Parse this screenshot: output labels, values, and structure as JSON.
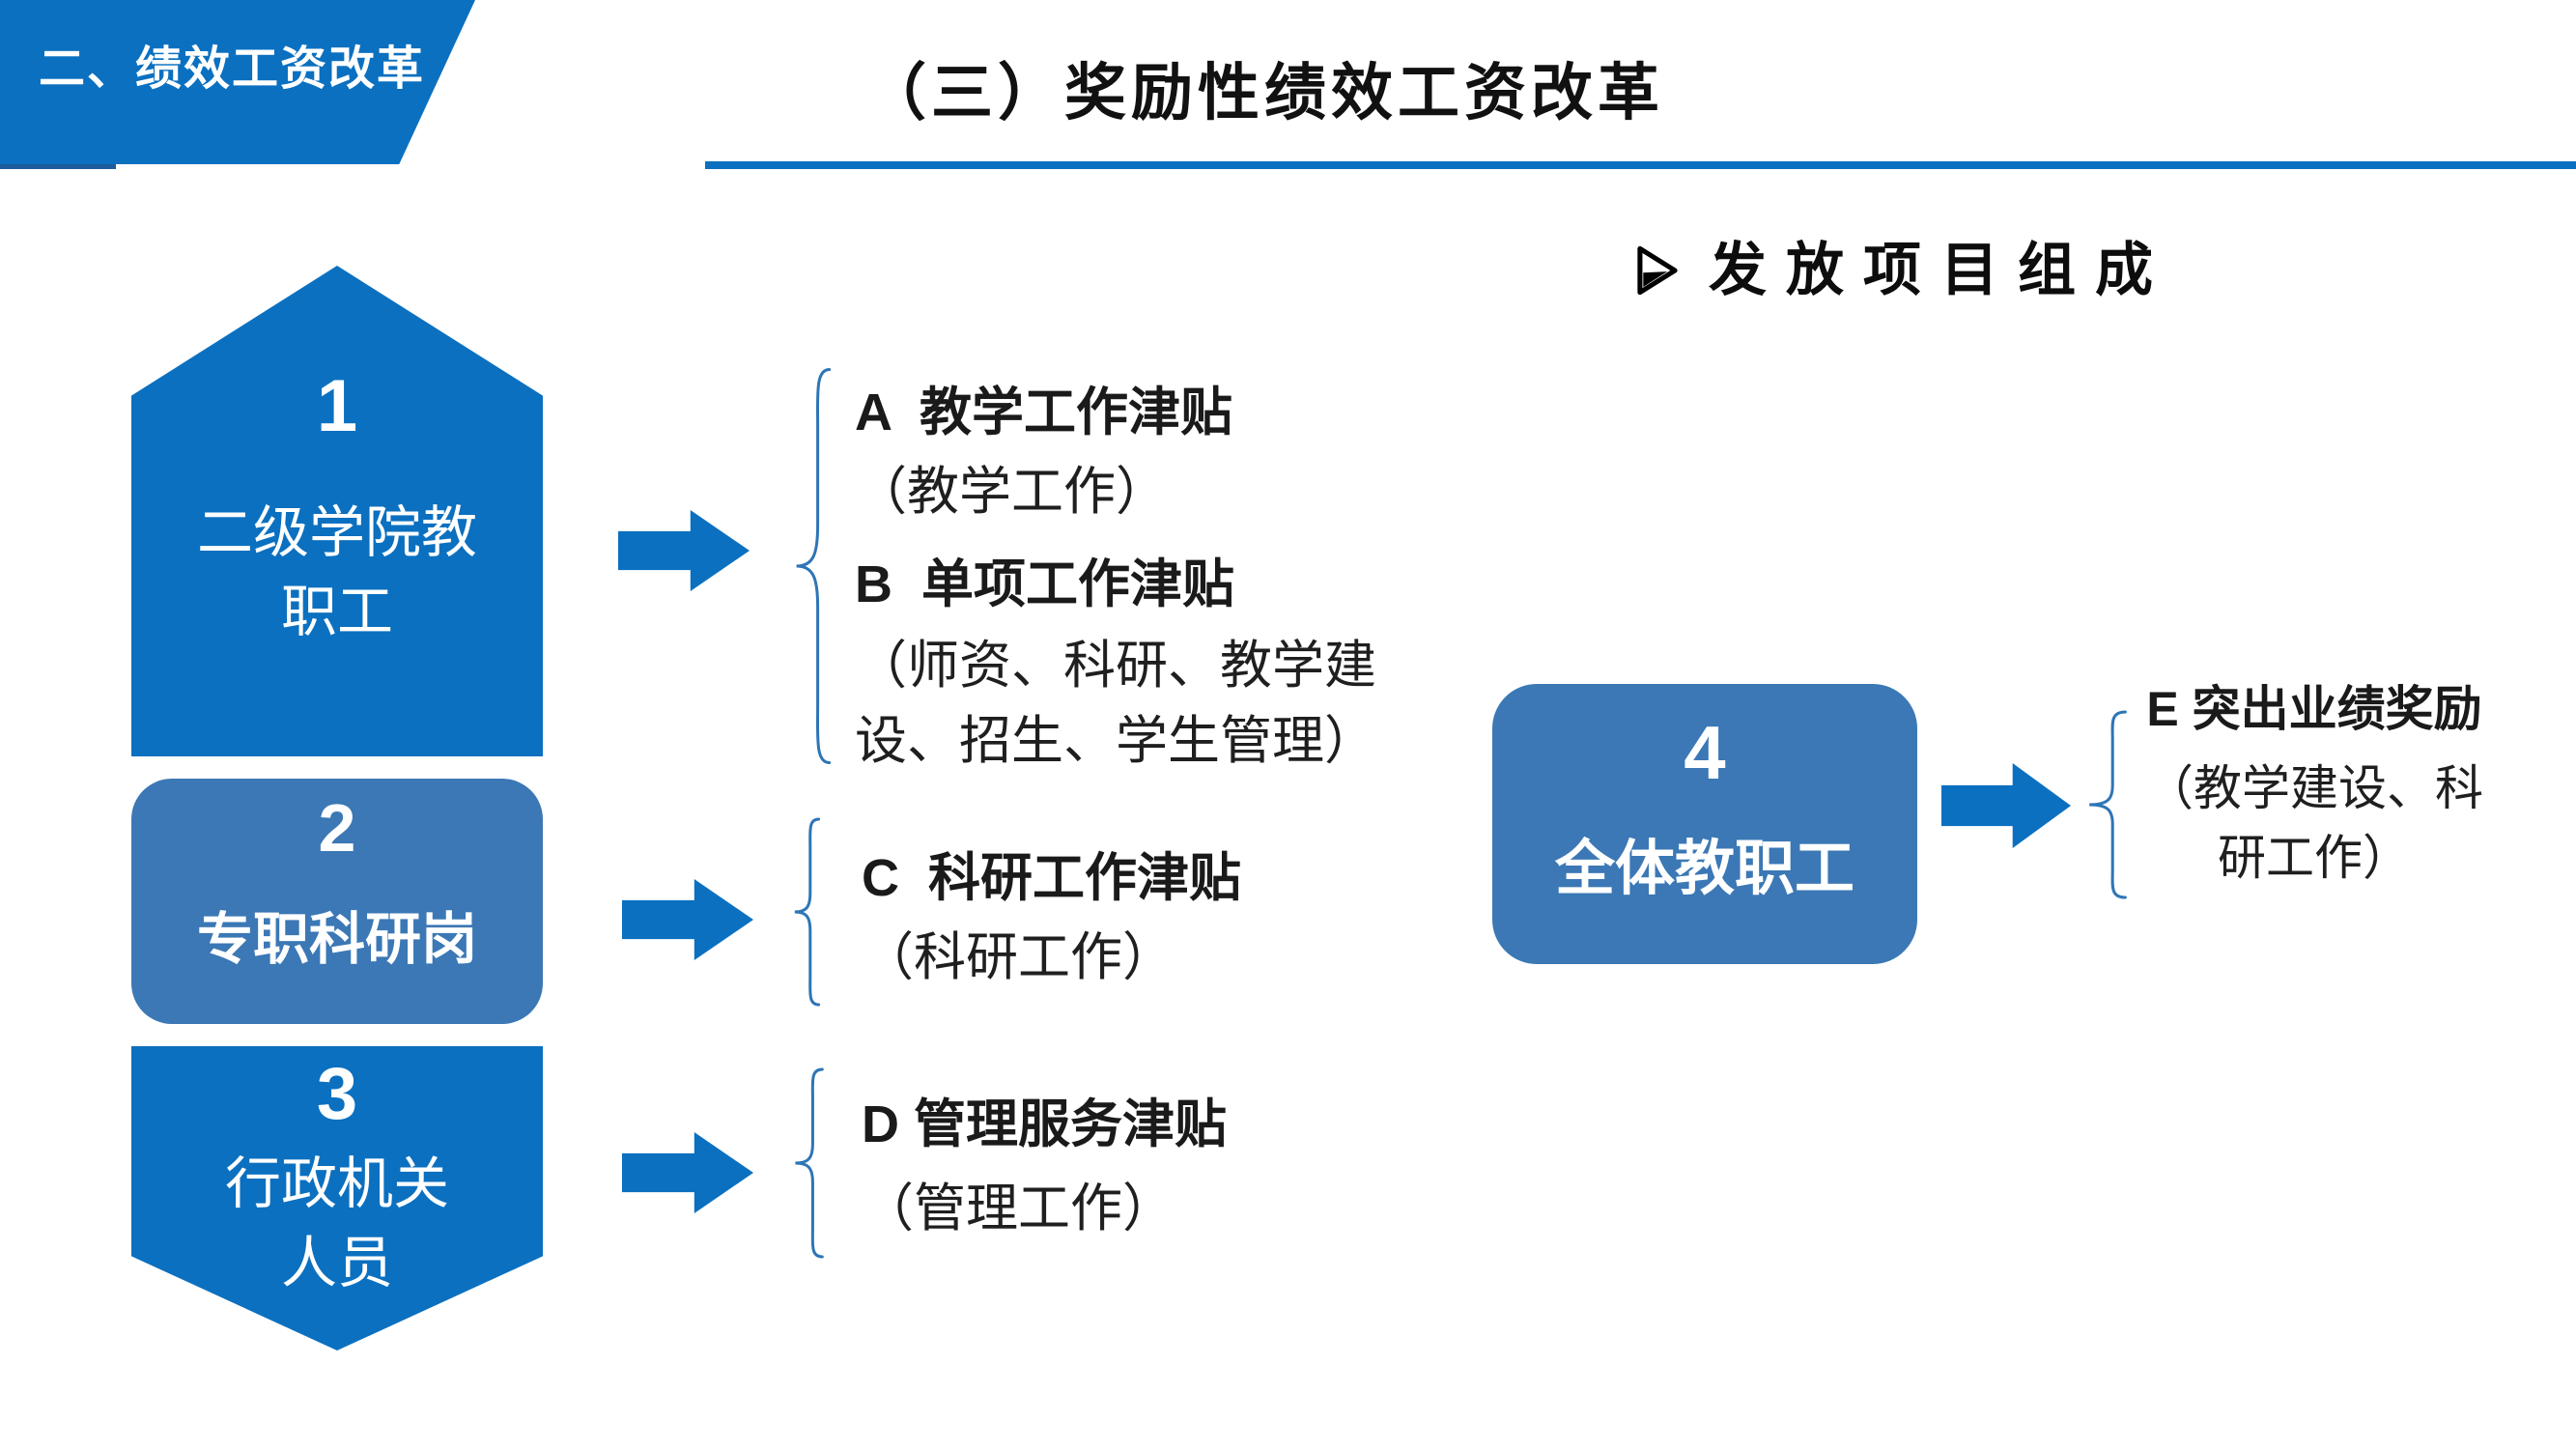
{
  "header": {
    "section_tab": "二、绩效工资改革",
    "title": "（三）奖励性绩效工资改革"
  },
  "main": {
    "bullet_heading": "发放项目组成"
  },
  "groups": [
    {
      "number": "1",
      "label": "二级学院教职工",
      "shape": "pentagon-up"
    },
    {
      "number": "2",
      "label": "专职科研岗",
      "shape": "rounded-rect"
    },
    {
      "number": "3",
      "label": "行政机关人员",
      "shape": "pentagon-down"
    },
    {
      "number": "4",
      "label": "全体教职工",
      "shape": "rounded-rect"
    }
  ],
  "allowances": [
    {
      "code": "A",
      "heading": "A  教学工作津贴",
      "detail": "（教学工作）"
    },
    {
      "code": "B",
      "heading": "B  单项工作津贴",
      "detail": "（师资、科研、教学建设、招生、学生管理）"
    },
    {
      "code": "C",
      "heading": "C  科研工作津贴",
      "detail": "（科研工作）"
    },
    {
      "code": "D",
      "heading": "D 管理服务津贴",
      "detail": "（管理工作）"
    },
    {
      "code": "E",
      "heading": "E 突出业绩奖励",
      "detail": "（教学建设、科研工作）"
    }
  ],
  "icons": {
    "bullet": "arrowhead-right",
    "flow": "block-arrow-right",
    "brace": "left-curly-brace"
  },
  "colors": {
    "accent_blue": "#0B70C0",
    "muted_blue": "#3B78B5",
    "navy_underline": "#1C5C9C",
    "brace_blue": "#2E75B6",
    "text_black": "#1A1A1A",
    "white": "#FFFFFF"
  }
}
